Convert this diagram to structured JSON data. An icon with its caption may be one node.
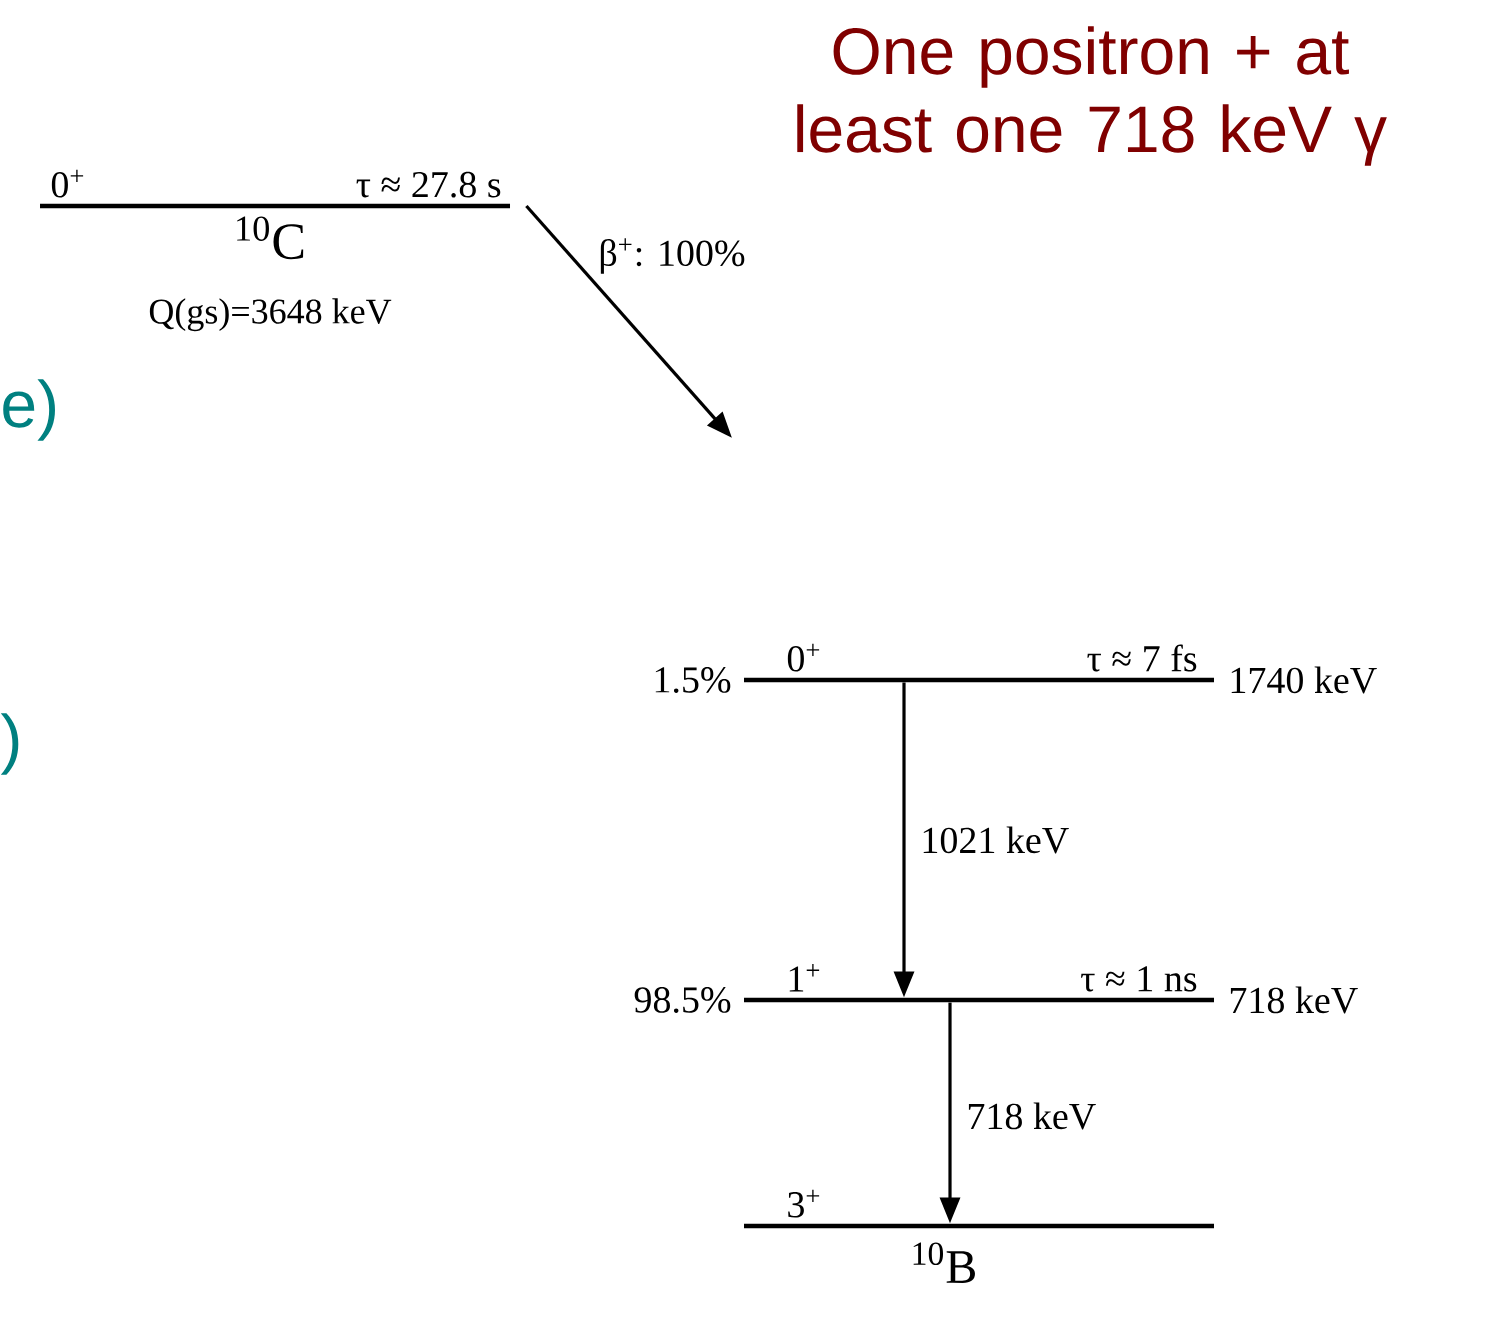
{
  "diagram": {
    "nodes": [
      {
        "text": [
          "0$^{+}$",
          "τ ≈ 27.8 s",
          "$^{10}$C",
          "Q(gs)=3648 keV"
        ]
      },
      {
        "text": [
          "0$^{+}$",
          "τ ≈ 7 fs"
        ],
        "beside": [
          "1.5%",
          "1740 keV"
        ]
      },
      {
        "text": [
          "1$^{+}$",
          "τ ≈ 1 ns"
        ],
        "beside": [
          "98.5%",
          "718 keV"
        ]
      },
      {
        "text": [
          "3$^{+}$",
          "$^{10}$B"
        ]
      }
    ],
    "edges": [
      {
        "from": 0,
        "to": null,
        "arrow": "to",
        "label": "β$^{+}$: 100%"
      },
      {
        "from": 1,
        "to": 2,
        "arrow": "to",
        "label": "1021 keV"
      },
      {
        "from": 2,
        "to": 3,
        "arrow": "to",
        "label": "718 keV"
      }
    ],
    "labels": [
      "One positron + at least one 718 keV γ",
      "e)",
      ")"
    ]
  }
}
